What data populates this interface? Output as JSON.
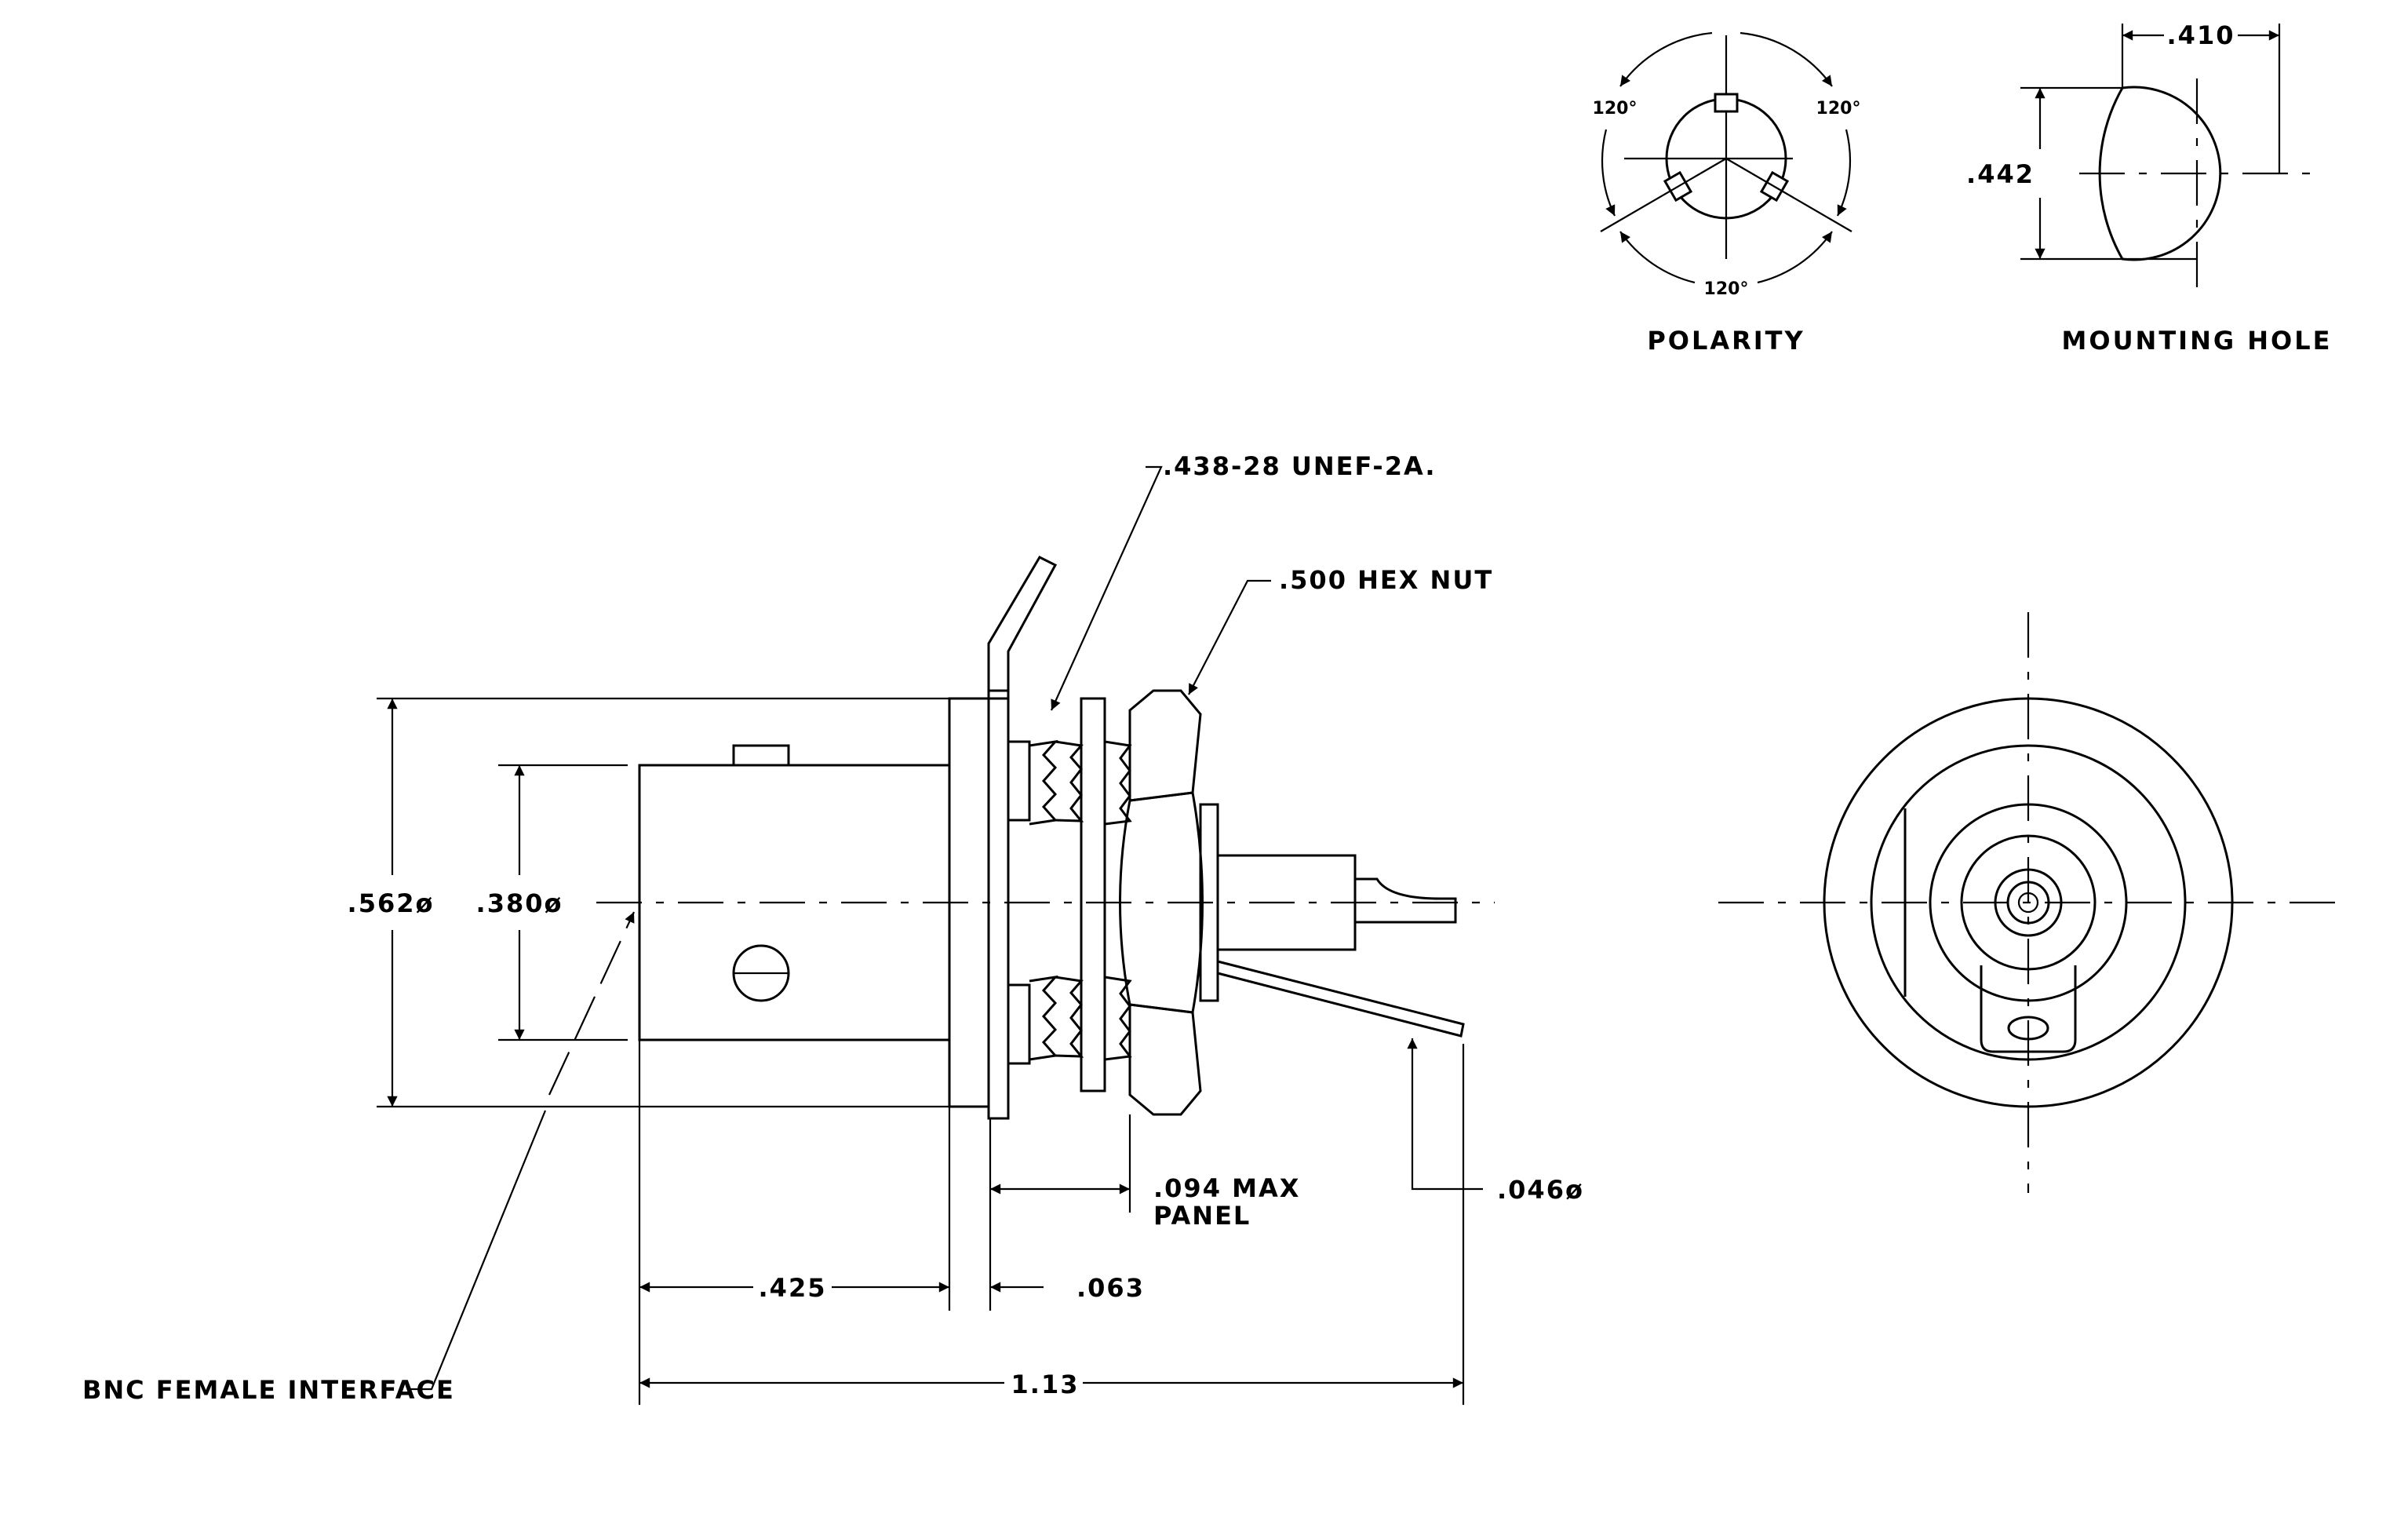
{
  "drawing": {
    "polarity_view": {
      "title": "POLARITY",
      "angle_labels": [
        "120°",
        "120°",
        "120°"
      ]
    },
    "mounting_hole_view": {
      "title": "MOUNTING HOLE",
      "width_dim": ".410",
      "height_dim": ".442"
    },
    "side_view": {
      "outer_diameter": ".562ø",
      "inner_diameter": ".380ø",
      "thread_callout": ".438-28 UNEF-2A.",
      "hex_nut_callout": ".500 HEX NUT",
      "max_panel_dim": ".094 MAX",
      "max_panel_note": "PANEL",
      "pin_diameter": ".046ø",
      "body_length": ".425",
      "flange_thickness": ".063",
      "overall_length": "1.13",
      "interface_callout": "BNC FEMALE INTERFACE"
    }
  }
}
